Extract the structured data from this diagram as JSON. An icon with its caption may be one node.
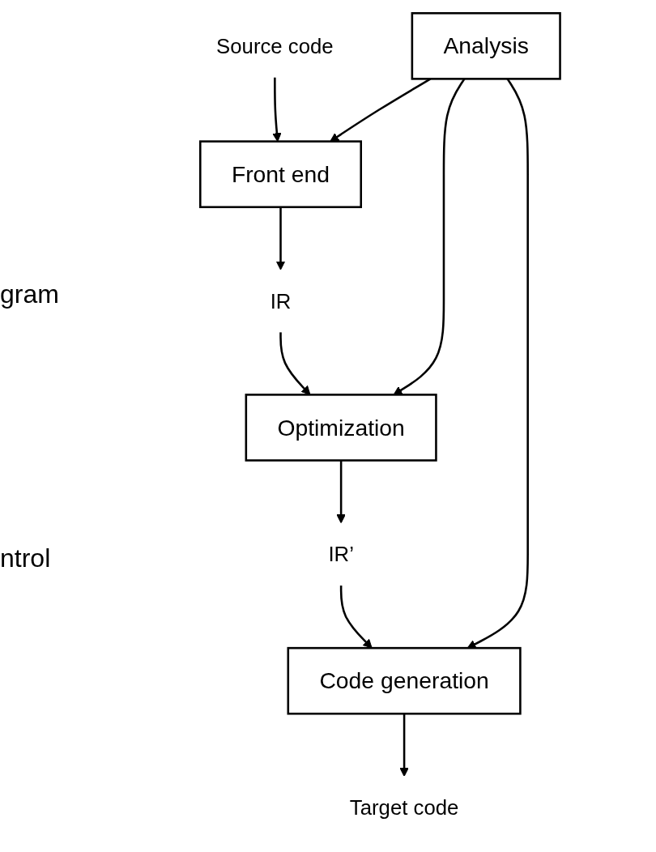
{
  "diagram": {
    "nodes": [
      {
        "text": [
          "Source code"
        ]
      },
      {
        "text": [
          "Front end"
        ]
      },
      {
        "text": [
          "IR"
        ]
      },
      {
        "text": [
          "Analysis"
        ]
      },
      {
        "text": [
          "Optimization"
        ]
      },
      {
        "text": [
          "IR’"
        ]
      },
      {
        "text": [
          "Code generation"
        ]
      },
      {
        "text": [
          "Target code"
        ]
      }
    ],
    "edges": [
      {
        "from": 0,
        "to": 1,
        "arrow": "to"
      },
      {
        "from": 1,
        "to": 2,
        "arrow": "to"
      },
      {
        "from": 2,
        "to": 4,
        "arrow": "to"
      },
      {
        "from": 4,
        "to": 5,
        "arrow": "to"
      },
      {
        "from": 5,
        "to": 6,
        "arrow": "to"
      },
      {
        "from": 6,
        "to": 7,
        "arrow": "to"
      },
      {
        "from": 3,
        "to": 1,
        "arrow": "to"
      },
      {
        "from": 3,
        "to": 4,
        "arrow": "to"
      },
      {
        "from": 3,
        "to": 6,
        "arrow": "to"
      }
    ],
    "labels": [
      "gram",
      "ntrol"
    ]
  }
}
